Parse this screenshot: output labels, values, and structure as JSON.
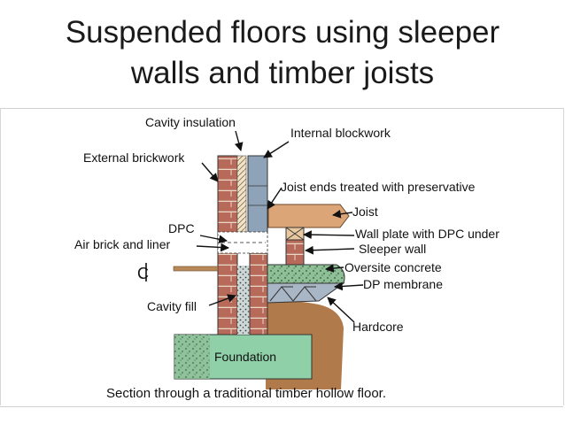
{
  "slide": {
    "title_line1": "Suspended floors using sleeper",
    "title_line2": "walls and timber joists"
  },
  "diagram": {
    "labels": {
      "cavity_insulation": "Cavity insulation",
      "internal_blockwork": "Internal blockwork",
      "external_brickwork": "External brickwork",
      "joist_ends": "Joist ends treated with preservative",
      "joist": "Joist",
      "dpc": "DPC",
      "wall_plate": "Wall plate with DPC under",
      "air_brick": "Air brick and liner",
      "sleeper_wall": "Sleeper  wall",
      "centre_line": "C",
      "oversite_concrete": "Oversite concrete",
      "dp_membrane": "DP membrane",
      "cavity_fill": "Cavity  fill",
      "hardcore": "Hardcore",
      "foundation": "Foundation"
    },
    "caption": "Section through a traditional timber hollow floor.",
    "colors": {
      "brick": "#b86a5a",
      "mortar": "#e8d8c8",
      "block": "#8fa3b8",
      "timber": "#dca578",
      "earth": "#b07a4a",
      "concrete": "#8fbf96",
      "foundation": "#8fd0a8",
      "membrane": "#a9b6c6"
    }
  }
}
